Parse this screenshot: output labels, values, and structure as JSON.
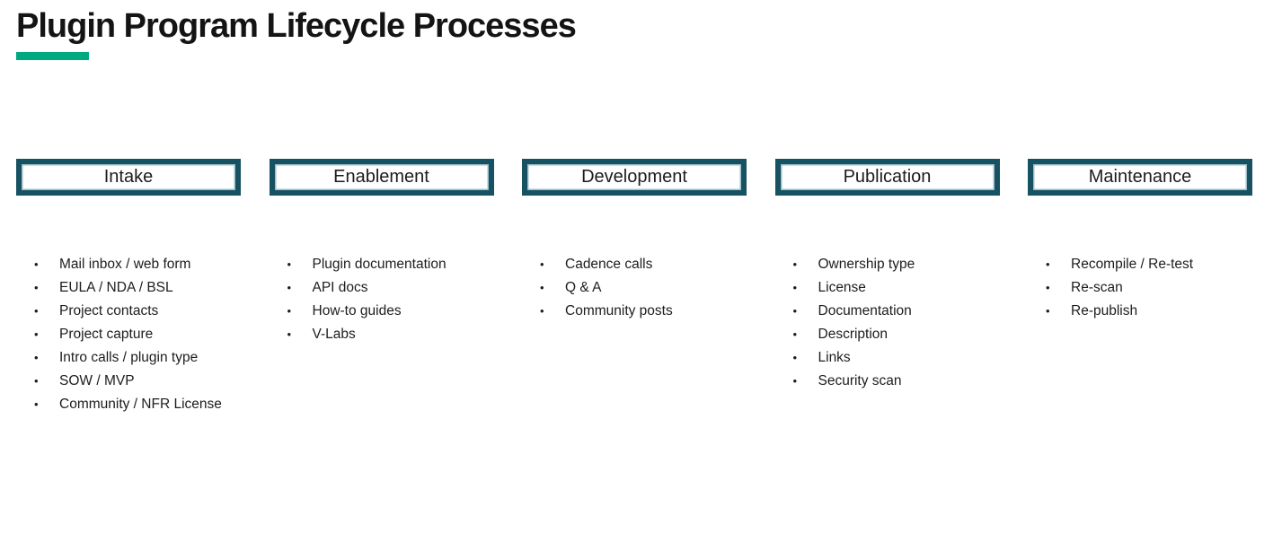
{
  "title": "Plugin Program Lifecycle Processes",
  "bullet": "•",
  "colors": {
    "accent_green": "#01A982",
    "box_border_teal": "#165262",
    "text": "#1c1c1c"
  },
  "columns": [
    {
      "header": "Intake",
      "items": [
        "Mail inbox / web form",
        "EULA / NDA / BSL",
        "Project contacts",
        "Project capture",
        "Intro calls / plugin type",
        "SOW / MVP",
        "Community / NFR License"
      ]
    },
    {
      "header": "Enablement",
      "items": [
        "Plugin documentation",
        "API docs",
        "How-to guides",
        "V-Labs"
      ]
    },
    {
      "header": "Development",
      "items": [
        "Cadence calls",
        "Q & A",
        "Community posts"
      ]
    },
    {
      "header": "Publication",
      "items": [
        "Ownership type",
        "License",
        "Documentation",
        "Description",
        "Links",
        "Security scan"
      ]
    },
    {
      "header": "Maintenance",
      "items": [
        "Recompile / Re-test",
        "Re-scan",
        "Re-publish"
      ]
    }
  ]
}
